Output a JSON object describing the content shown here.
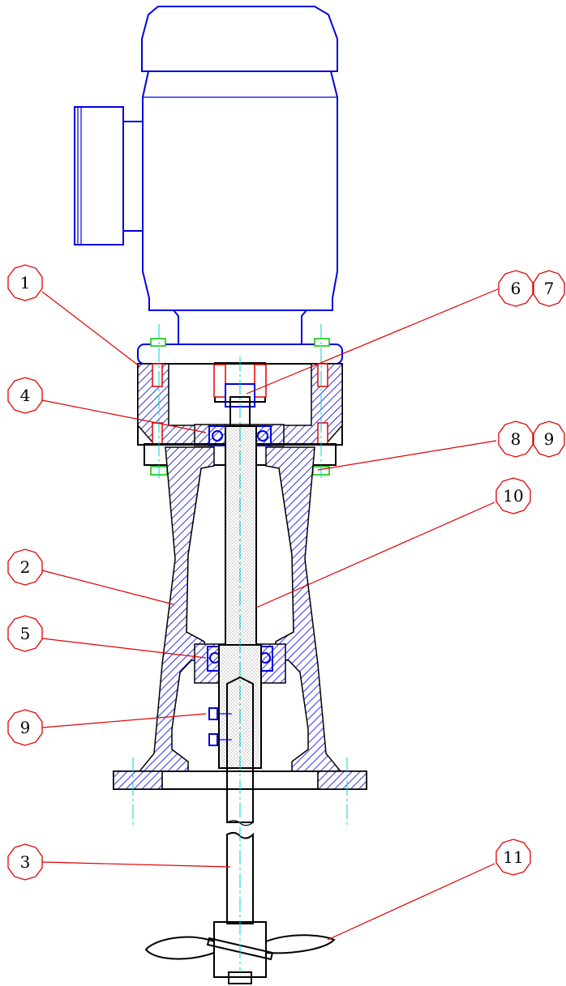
{
  "callouts": [
    {
      "id": "c1",
      "label": "1"
    },
    {
      "id": "c2",
      "label": "2"
    },
    {
      "id": "c3",
      "label": "3"
    },
    {
      "id": "c4",
      "label": "4"
    },
    {
      "id": "c5",
      "label": "5"
    },
    {
      "id": "c6",
      "label": "6"
    },
    {
      "id": "c7",
      "label": "7"
    },
    {
      "id": "c8",
      "label": "8"
    },
    {
      "id": "c9a",
      "label": "9"
    },
    {
      "id": "c9b",
      "label": "9"
    },
    {
      "id": "c10",
      "label": "10"
    },
    {
      "id": "c11",
      "label": "11"
    }
  ],
  "colors": {
    "motor": "#0000e0",
    "leader": "#e00000",
    "centerline": "#00d0d0",
    "bolts": "#00c000",
    "outline": "#000000"
  }
}
